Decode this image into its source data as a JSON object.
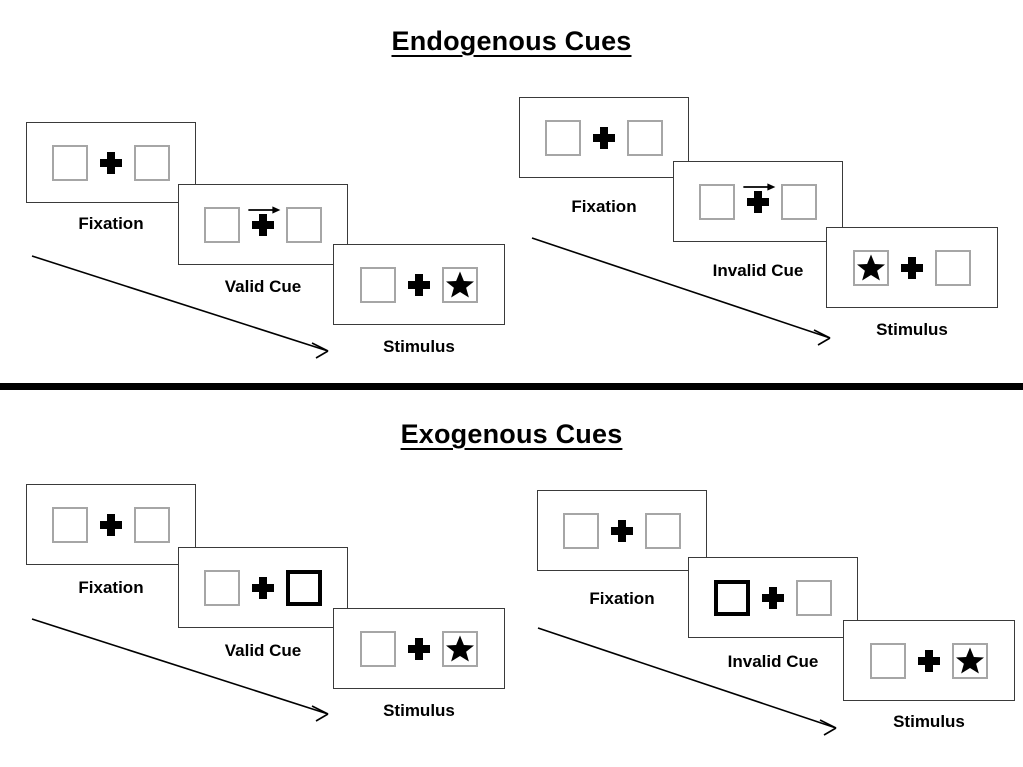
{
  "figure": {
    "title_endogenous": "Endogenous Cues",
    "title_exogenous": "Exogenous Cues"
  },
  "labels": {
    "fixation": "Fixation",
    "valid_cue": "Valid Cue",
    "invalid_cue": "Invalid Cue",
    "stimulus": "Stimulus"
  },
  "colors": {
    "panel_border": "#3a3a3a",
    "square_border": "#a6a6a6",
    "cued_square_border": "#000000",
    "plus": "#000000",
    "star": "#000000",
    "divider": "#000000"
  },
  "sections": [
    {
      "id": "endogenous",
      "title": "Endogenous Cues",
      "cue_type": "arrow",
      "sequences": [
        {
          "id": "endogenous-valid",
          "validity": "valid",
          "cue_label": "Valid Cue",
          "frames": [
            {
              "name": "fixation",
              "label": "Fixation",
              "left_square": "empty",
              "right_square": "empty",
              "cue": "none"
            },
            {
              "name": "cue",
              "label": "Valid Cue",
              "left_square": "empty",
              "right_square": "empty",
              "cue": "arrow-right"
            },
            {
              "name": "stimulus",
              "label": "Stimulus",
              "left_square": "empty",
              "right_square": "star",
              "cue": "none"
            }
          ]
        },
        {
          "id": "endogenous-invalid",
          "validity": "invalid",
          "cue_label": "Invalid Cue",
          "frames": [
            {
              "name": "fixation",
              "label": "Fixation",
              "left_square": "empty",
              "right_square": "empty",
              "cue": "none"
            },
            {
              "name": "cue",
              "label": "Invalid Cue",
              "left_square": "empty",
              "right_square": "empty",
              "cue": "arrow-right"
            },
            {
              "name": "stimulus",
              "label": "Stimulus",
              "left_square": "star",
              "right_square": "empty",
              "cue": "none"
            }
          ]
        }
      ]
    },
    {
      "id": "exogenous",
      "title": "Exogenous Cues",
      "cue_type": "peripheral-flash",
      "sequences": [
        {
          "id": "exogenous-valid",
          "validity": "valid",
          "cue_label": "Valid Cue",
          "frames": [
            {
              "name": "fixation",
              "label": "Fixation",
              "left_square": "empty",
              "right_square": "empty",
              "cue": "none"
            },
            {
              "name": "cue",
              "label": "Valid Cue",
              "left_square": "empty",
              "right_square": "cued",
              "cue": "right-box-highlight"
            },
            {
              "name": "stimulus",
              "label": "Stimulus",
              "left_square": "empty",
              "right_square": "star",
              "cue": "none"
            }
          ]
        },
        {
          "id": "exogenous-invalid",
          "validity": "invalid",
          "cue_label": "Invalid Cue",
          "frames": [
            {
              "name": "fixation",
              "label": "Fixation",
              "left_square": "empty",
              "right_square": "empty",
              "cue": "none"
            },
            {
              "name": "cue",
              "label": "Invalid Cue",
              "left_square": "cued",
              "right_square": "empty",
              "cue": "left-box-highlight"
            },
            {
              "name": "stimulus",
              "label": "Stimulus",
              "left_square": "empty",
              "right_square": "star",
              "cue": "none"
            }
          ]
        }
      ]
    }
  ]
}
